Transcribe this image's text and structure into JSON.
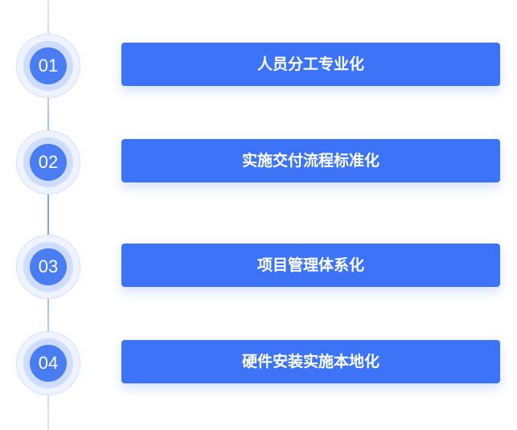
{
  "steps": [
    {
      "number": "01",
      "label": "人员分工专业化"
    },
    {
      "number": "02",
      "label": "实施交付流程标准化"
    },
    {
      "number": "03",
      "label": "项目管理体系化"
    },
    {
      "number": "04",
      "label": "硬件安装实施本地化"
    }
  ]
}
